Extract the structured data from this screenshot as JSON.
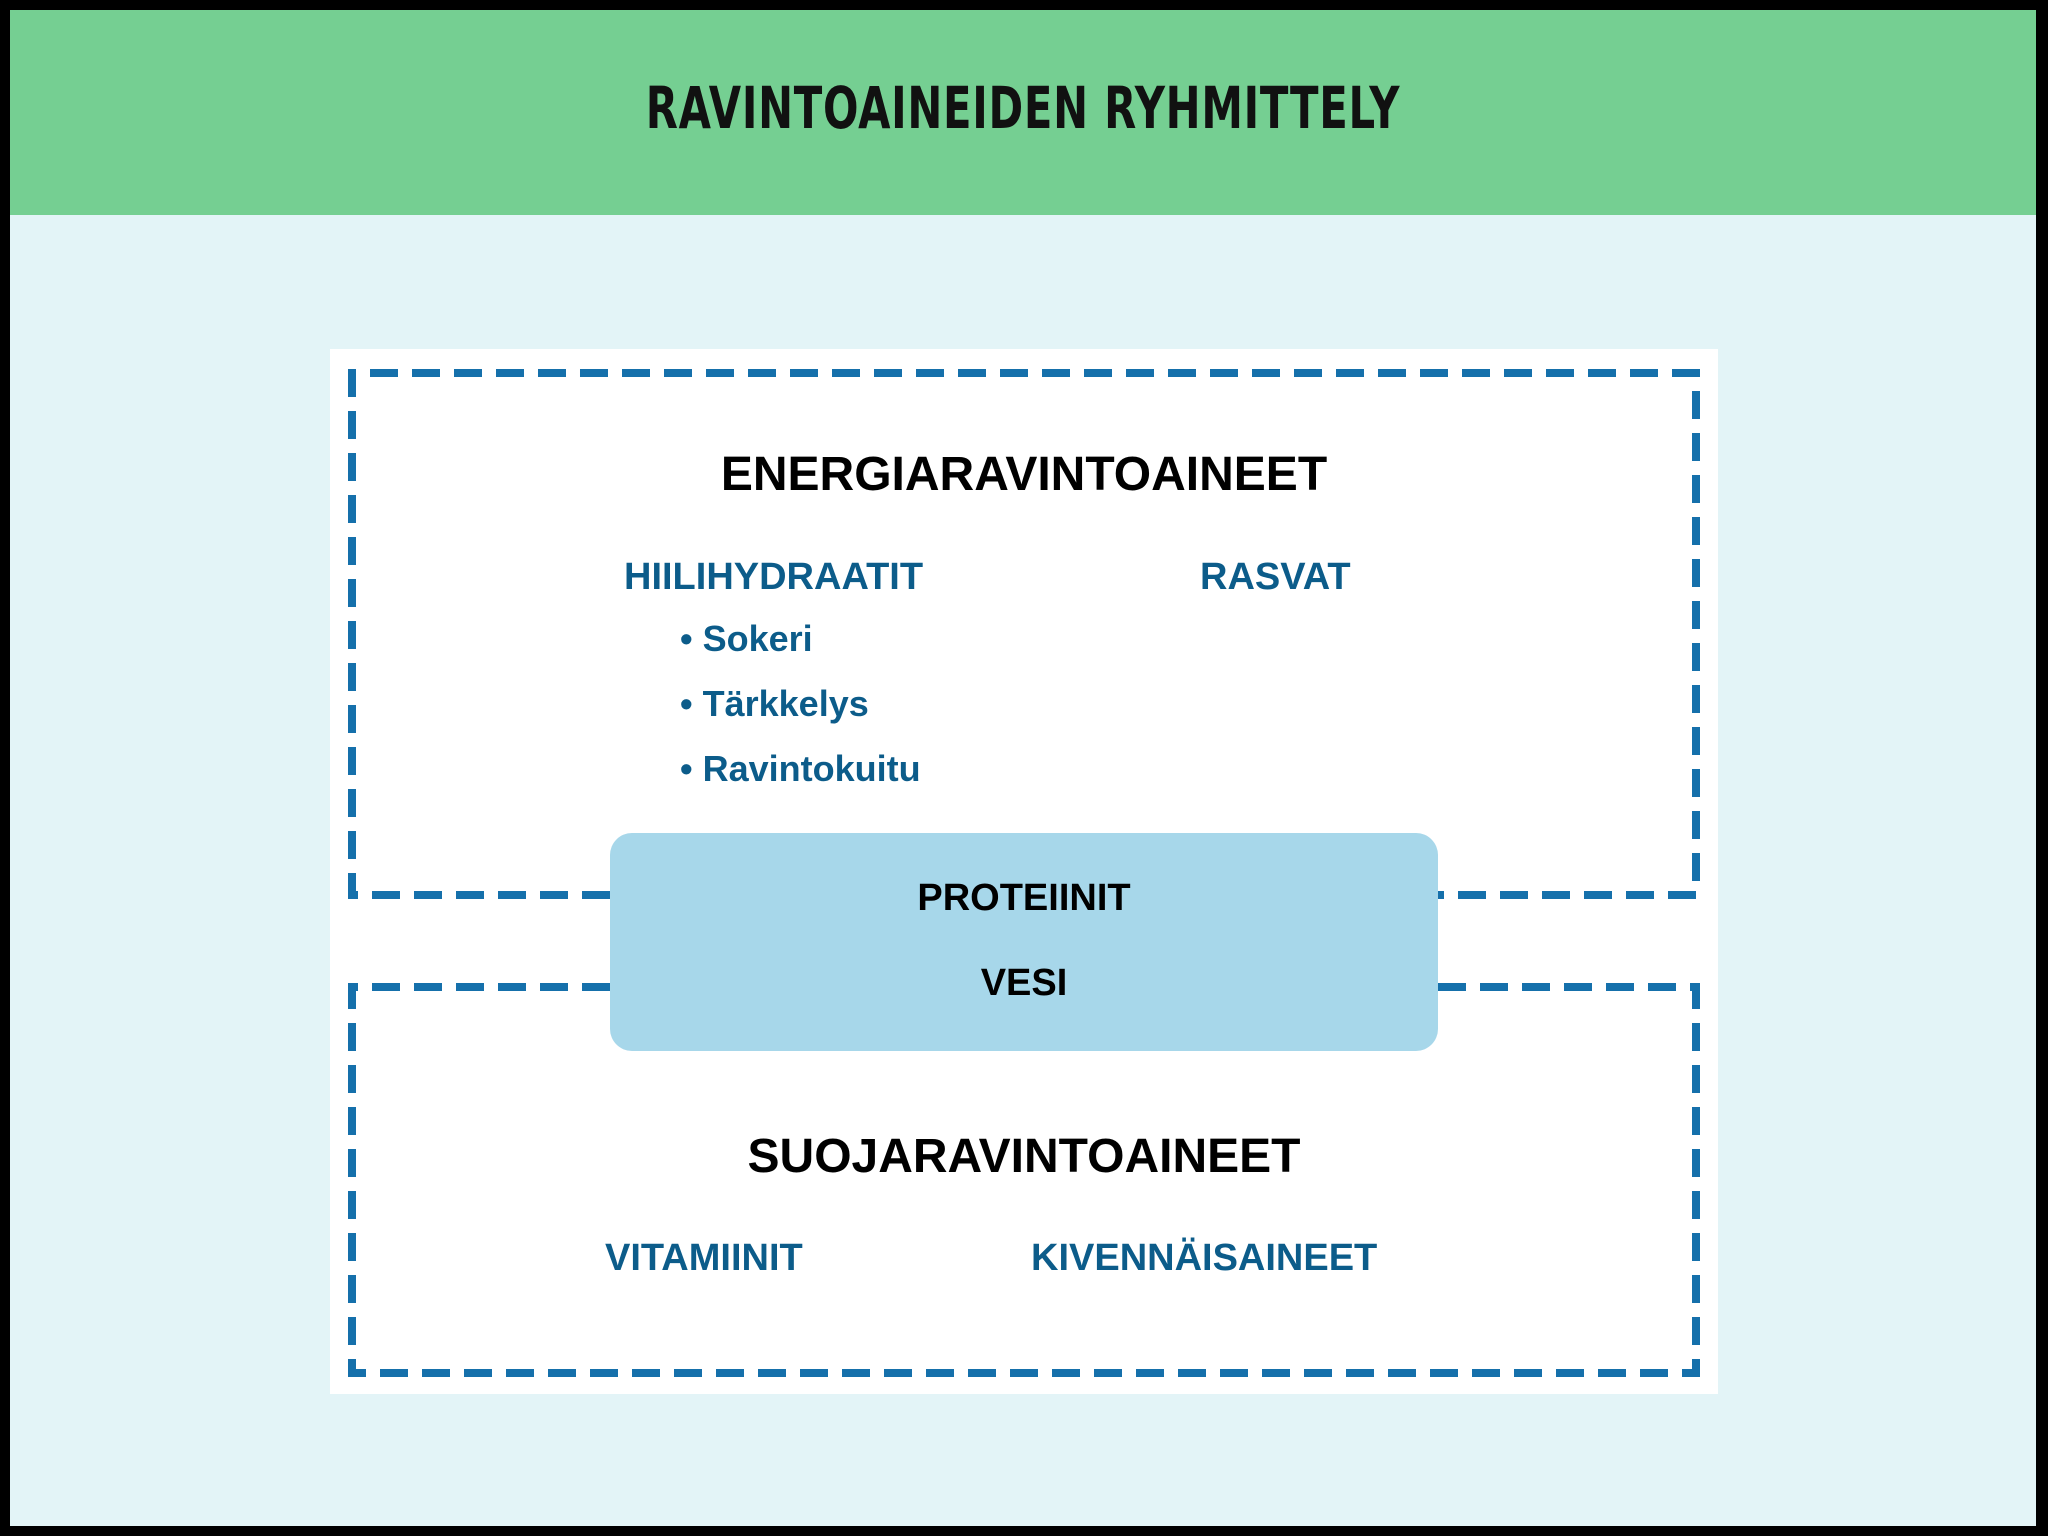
{
  "header": {
    "title": "RAVINTOAINEIDEN RYHMITTELY"
  },
  "energy_group": {
    "title": "ENERGIARAVINTOAINEET",
    "carbohydrates": {
      "label": "HIILIHYDRAATIT",
      "items": [
        "• Sokeri",
        "• Tärkkelys",
        "• Ravintokuitu"
      ]
    },
    "fats": {
      "label": "RASVAT"
    }
  },
  "shared": {
    "proteins": "PROTEIINIT",
    "water": "VESI"
  },
  "protective_group": {
    "title": "SUOJARAVINTOAINEET",
    "vitamins": "VITAMIINIT",
    "minerals": "KIVENNÄISAINEET"
  },
  "colors": {
    "header_bg": "#75cf92",
    "page_bg": "#e3f4f7",
    "dash": "#1570ab",
    "sub_text": "#0c5c8a",
    "center_box": "#a7d7ea"
  }
}
